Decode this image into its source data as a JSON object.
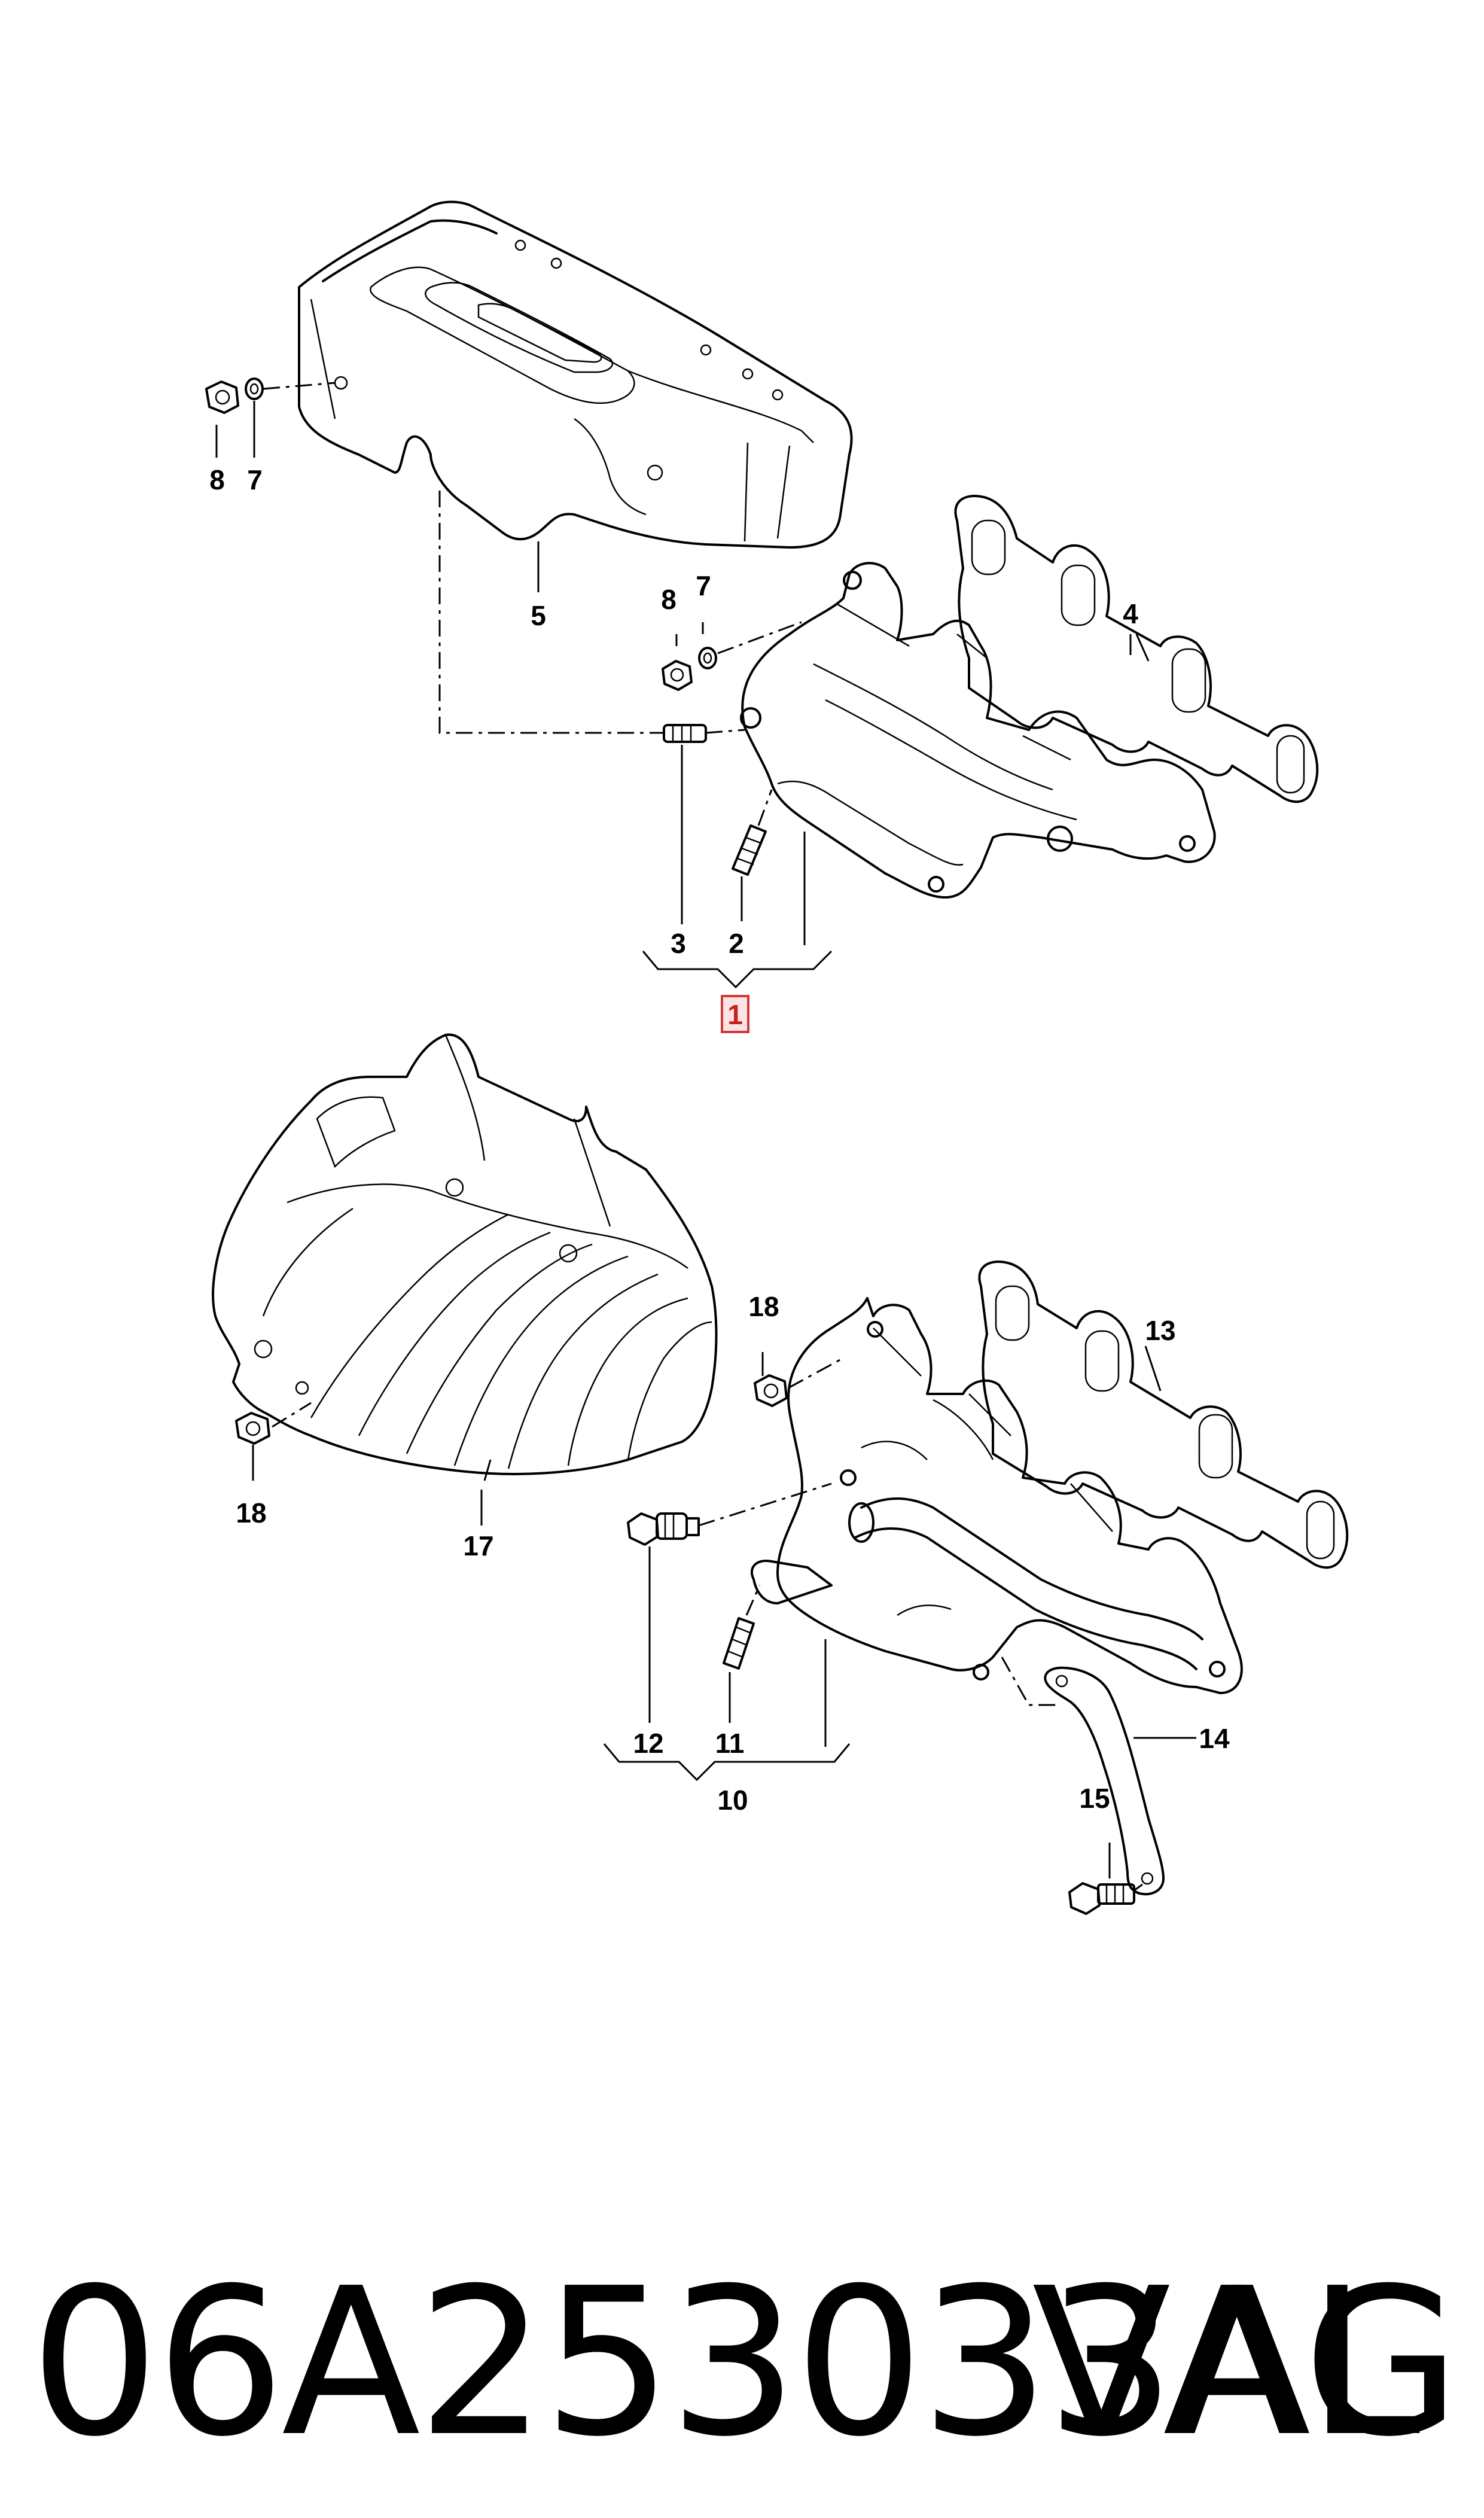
{
  "callouts": {
    "c1": "1",
    "c2": "2",
    "c3": "3",
    "c4": "4",
    "c5": "5",
    "c7a": "7",
    "c7b": "7",
    "c8a": "8",
    "c8b": "8",
    "c10": "10",
    "c11": "11",
    "c12": "12",
    "c13": "13",
    "c14": "14",
    "c15": "15",
    "c17": "17",
    "c18a": "18",
    "c18b": "18"
  },
  "footer": {
    "part_number": "06A253033AL",
    "brand": "VAG"
  },
  "colors": {
    "line": "#000000",
    "highlight_fill": "#fde3e3",
    "highlight_stroke": "#d23a3a"
  }
}
